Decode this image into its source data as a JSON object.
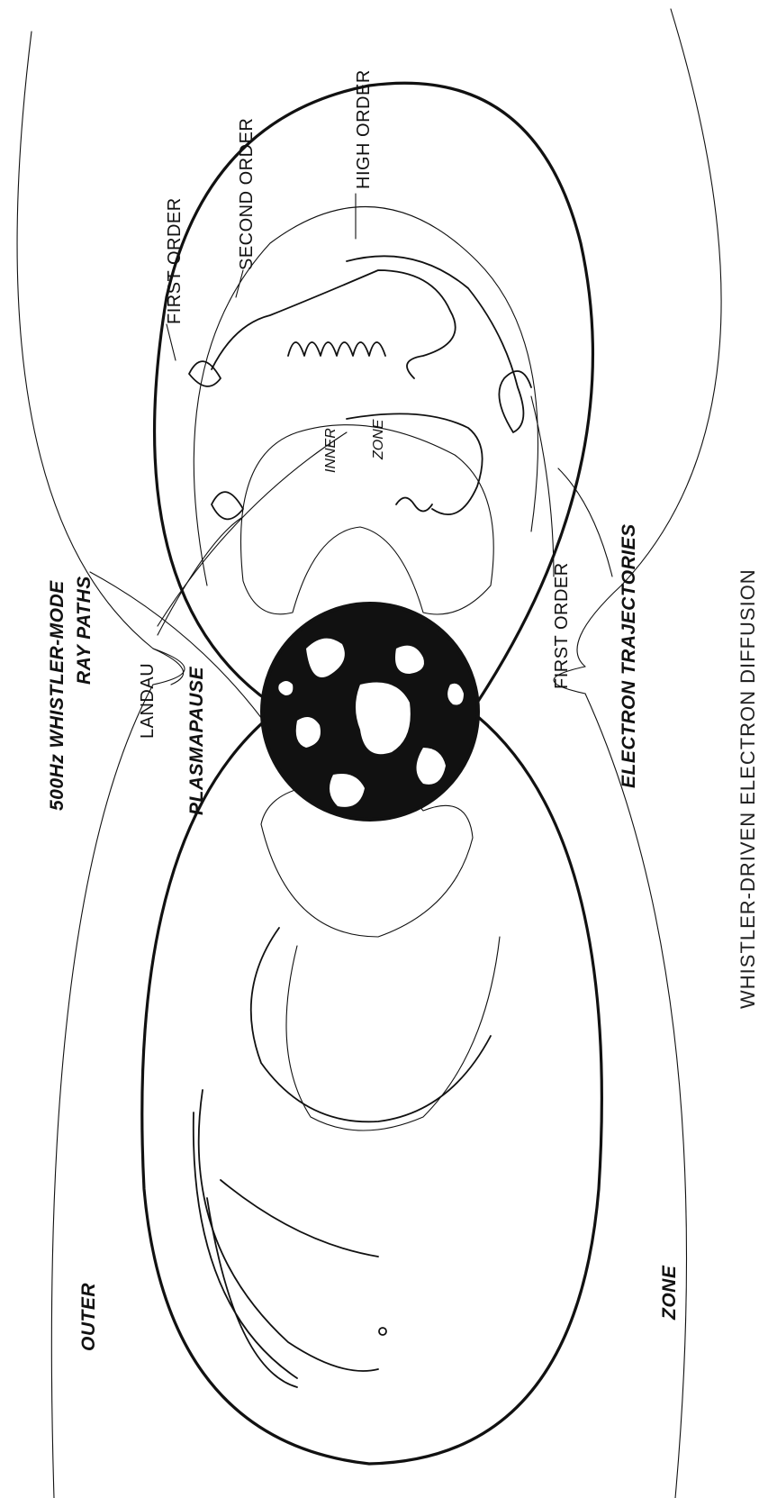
{
  "labels": {
    "first_order_top": "FIRST ORDER",
    "second_order": "SECOND ORDER",
    "high_order": "HIGH ORDER",
    "landau": "LANDAU",
    "ray_paths_line1": "500Hz WHISTLER-MODE",
    "ray_paths_line2": "RAY PATHS",
    "plasmapause": "PLASMAPAUSE",
    "inner": "INNER",
    "inner_zone": "ZONE",
    "first_order_bottom": "FIRST ORDER",
    "electron_trajectories": "ELECTRON TRAJECTORIES",
    "outer": "OUTER",
    "outer_zone": "ZONE",
    "title": "WHISTLER-DRIVEN ELECTRON DIFFUSION"
  }
}
